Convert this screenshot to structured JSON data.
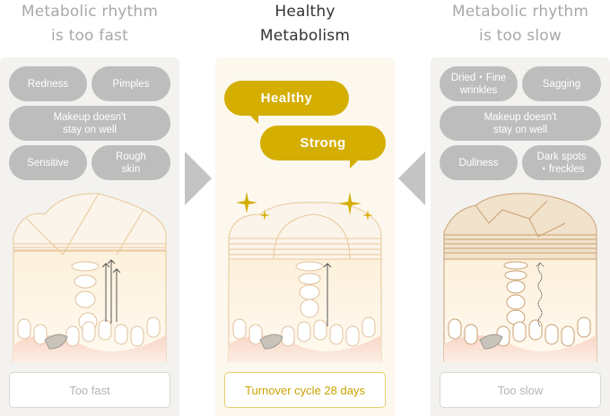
{
  "columns": [
    {
      "title_line1": "Metabolic rhythm",
      "title_line2": "is too fast",
      "symptoms": [
        "Redness",
        "Pimples",
        "Makeup doesn't\nstay on well",
        "Sensitive",
        "Rough\nskin"
      ],
      "result": "Too fast",
      "diagram": "skin-cross-section-fast"
    },
    {
      "title_line1": "Healthy",
      "title_line2": "Metabolism",
      "bubbles": [
        "Healthy",
        "Strong"
      ],
      "result": "Turnover cycle 28 days",
      "diagram": "skin-cross-section-healthy"
    },
    {
      "title_line1": "Metabolic rhythm",
      "title_line2": "is too slow",
      "symptoms": [
        "Dried・Fine\nwrinkles",
        "Sagging",
        "Makeup doesn't\nstay on well",
        "Dullness",
        "Dark spots\n・freckles"
      ],
      "result": "Too slow",
      "diagram": "skin-cross-section-slow"
    }
  ],
  "arrows": [
    "arrow-right-icon",
    "arrow-left-icon"
  ],
  "colors": {
    "gold": "#d4ae00",
    "pill_gray": "#bdbdbd",
    "panel_gray": "#f3f2ef",
    "panel_cream": "#fcf8ee",
    "skin_line": "#e8c79a"
  }
}
